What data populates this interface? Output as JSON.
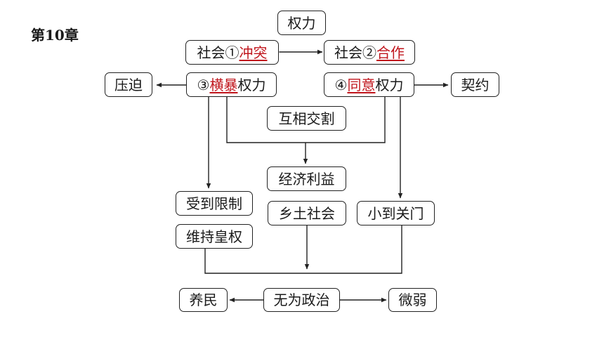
{
  "header": {
    "chapter": "第10章"
  },
  "nodes": {
    "power": "权力",
    "social_conflict": {
      "prefix": "社会①",
      "answer": "冲突"
    },
    "social_cooperation": {
      "prefix": "社会②",
      "answer": "合作"
    },
    "oppression": "压迫",
    "tyranny_power": {
      "prefix": "③",
      "answer": "横暴",
      "suffix": "权力"
    },
    "consent_power": {
      "prefix": "④",
      "answer": "同意",
      "suffix": "权力"
    },
    "contract": "契约",
    "mutual_split": "互相交割",
    "economic_interest": "经济利益",
    "restricted": "受到限制",
    "maintain_imperial": "维持皇权",
    "rural_society": "乡土社会",
    "small_to_gate": "小到关门",
    "nourish_people": "养民",
    "inaction_politics": "无为政治",
    "weak": "微弱"
  },
  "colors": {
    "answer": "#c0151c",
    "line": "#222222"
  }
}
